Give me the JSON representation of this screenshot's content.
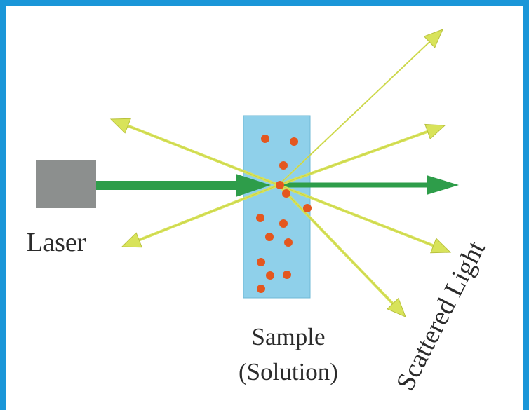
{
  "labels": {
    "laser": "Laser",
    "sample_line1": "Sample",
    "sample_line2": "(Solution)",
    "scattered": "Scattered Light"
  },
  "colors": {
    "frame": "#1a96d8",
    "laser_body": "#8c8f8e",
    "sample": "#8fd0ea",
    "particle": "#e4571f",
    "incident_beam": "#2e9d4a",
    "scattered_ray": "#d8e35a"
  }
}
